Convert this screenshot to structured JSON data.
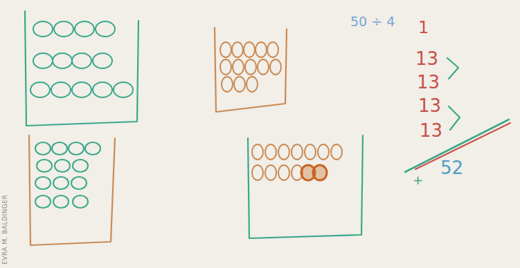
{
  "diagram": {
    "labels": [
      "50 ÷ 4",
      "1",
      "13",
      "13",
      "13",
      "13",
      "+",
      "52",
      "EVRA M. BALDINGER"
    ]
  }
}
